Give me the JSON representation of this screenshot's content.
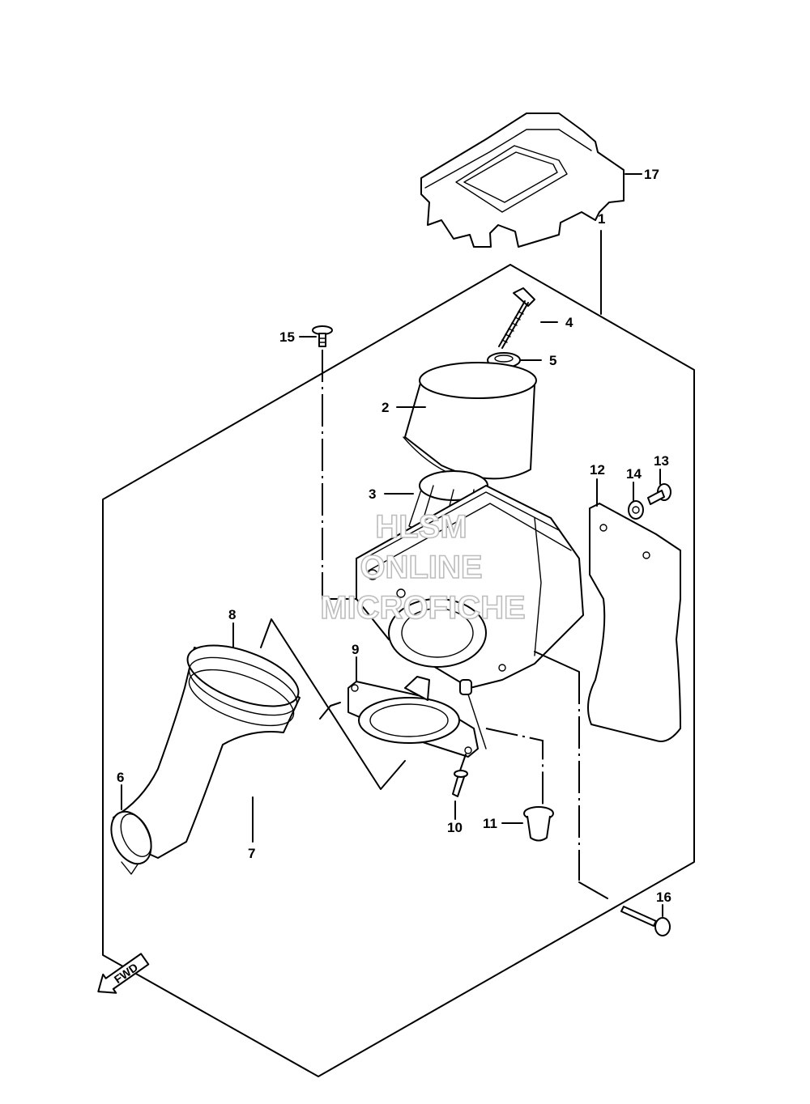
{
  "labels": {
    "p1": "1",
    "p2": "2",
    "p3": "3",
    "p4": "4",
    "p5": "5",
    "p6": "6",
    "p7": "7",
    "p8": "8",
    "p9": "9",
    "p10": "10",
    "p11": "11",
    "p12": "12",
    "p13": "13",
    "p14": "14",
    "p15": "15",
    "p16": "16",
    "p17": "17"
  },
  "watermark": {
    "line1": "HLSM",
    "line2": "ONLINE",
    "line3": "MICROFICHE"
  },
  "direction": {
    "fwd": "FWD"
  }
}
